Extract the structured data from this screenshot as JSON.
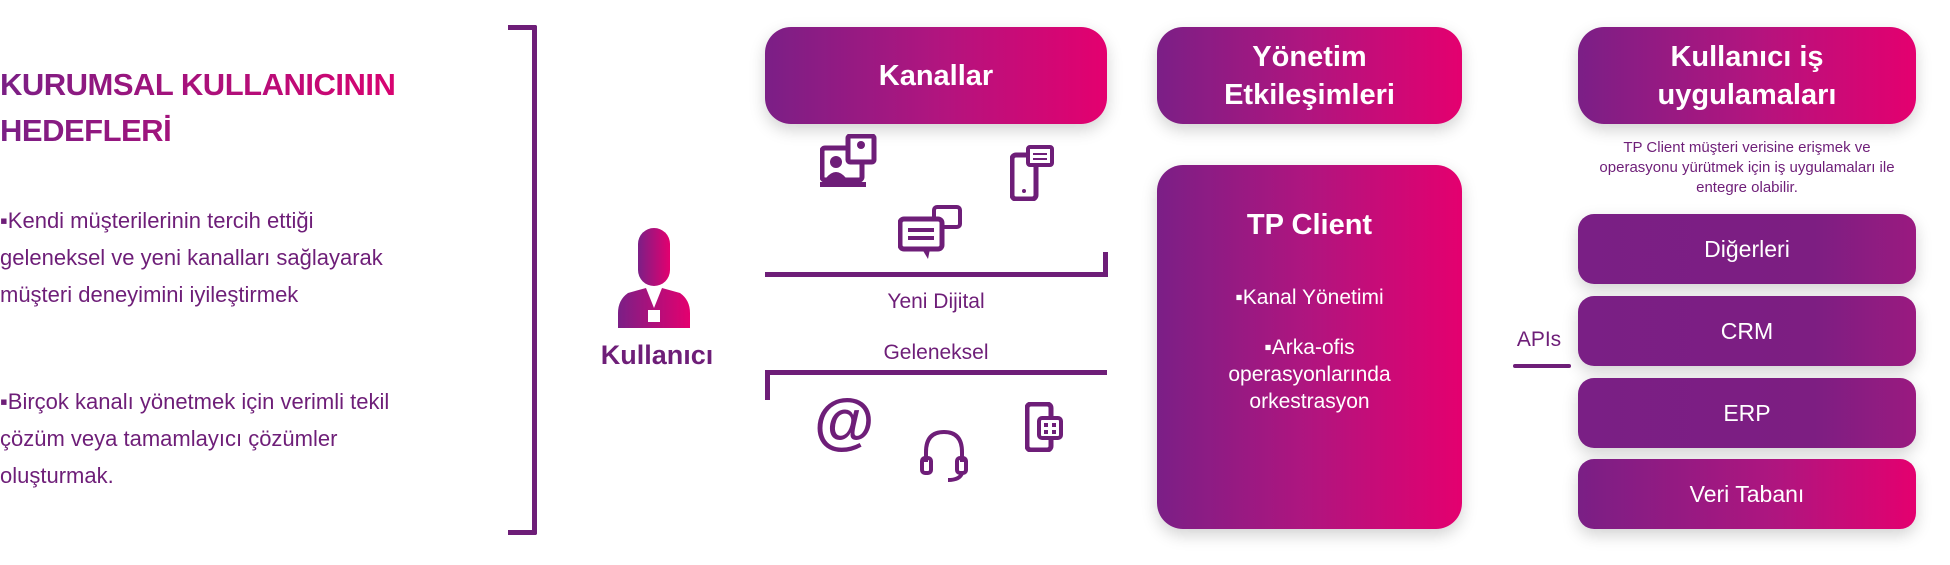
{
  "goals": {
    "title_line1": "KURUMSAL KULLANICININ",
    "title_line2": "HEDEFLERİ",
    "bullets": [
      "▪Kendi müşterilerinin tercih ettiği geleneksel ve yeni kanalları sağlayarak müşteri deneyimini iyileştirmek",
      "▪Birçok kanalı yönetmek için verimli tekil çözüm veya tamamlayıcı çözümler oluşturmak."
    ]
  },
  "user": {
    "label": "Kullanıcı"
  },
  "channels": {
    "header": "Kanallar",
    "new_digital": "Yeni Dijital",
    "traditional": "Geleneksel"
  },
  "management": {
    "header_line1": "Yönetim",
    "header_line2": "Etkileşimleri",
    "tp_client": {
      "title": "TP Client",
      "item1": "▪Kanal Yönetimi",
      "item2_line1": "▪Arka-ofis",
      "item2_line2": "operasyonlarında",
      "item2_line3": "orkestrasyon"
    }
  },
  "apis_label": "APIs",
  "business_apps": {
    "header_line1": "Kullanıcı iş",
    "header_line2": "uygulamaları",
    "description": "TP Client müşteri verisine erişmek ve operasyonu yürütmek için iş uygulamaları ile entegre olabilir.",
    "items": [
      "Diğerleri",
      "CRM",
      "ERP",
      "Veri Tabanı"
    ]
  },
  "colors": {
    "purple": "#6e1e78",
    "pink": "#e4006f"
  }
}
